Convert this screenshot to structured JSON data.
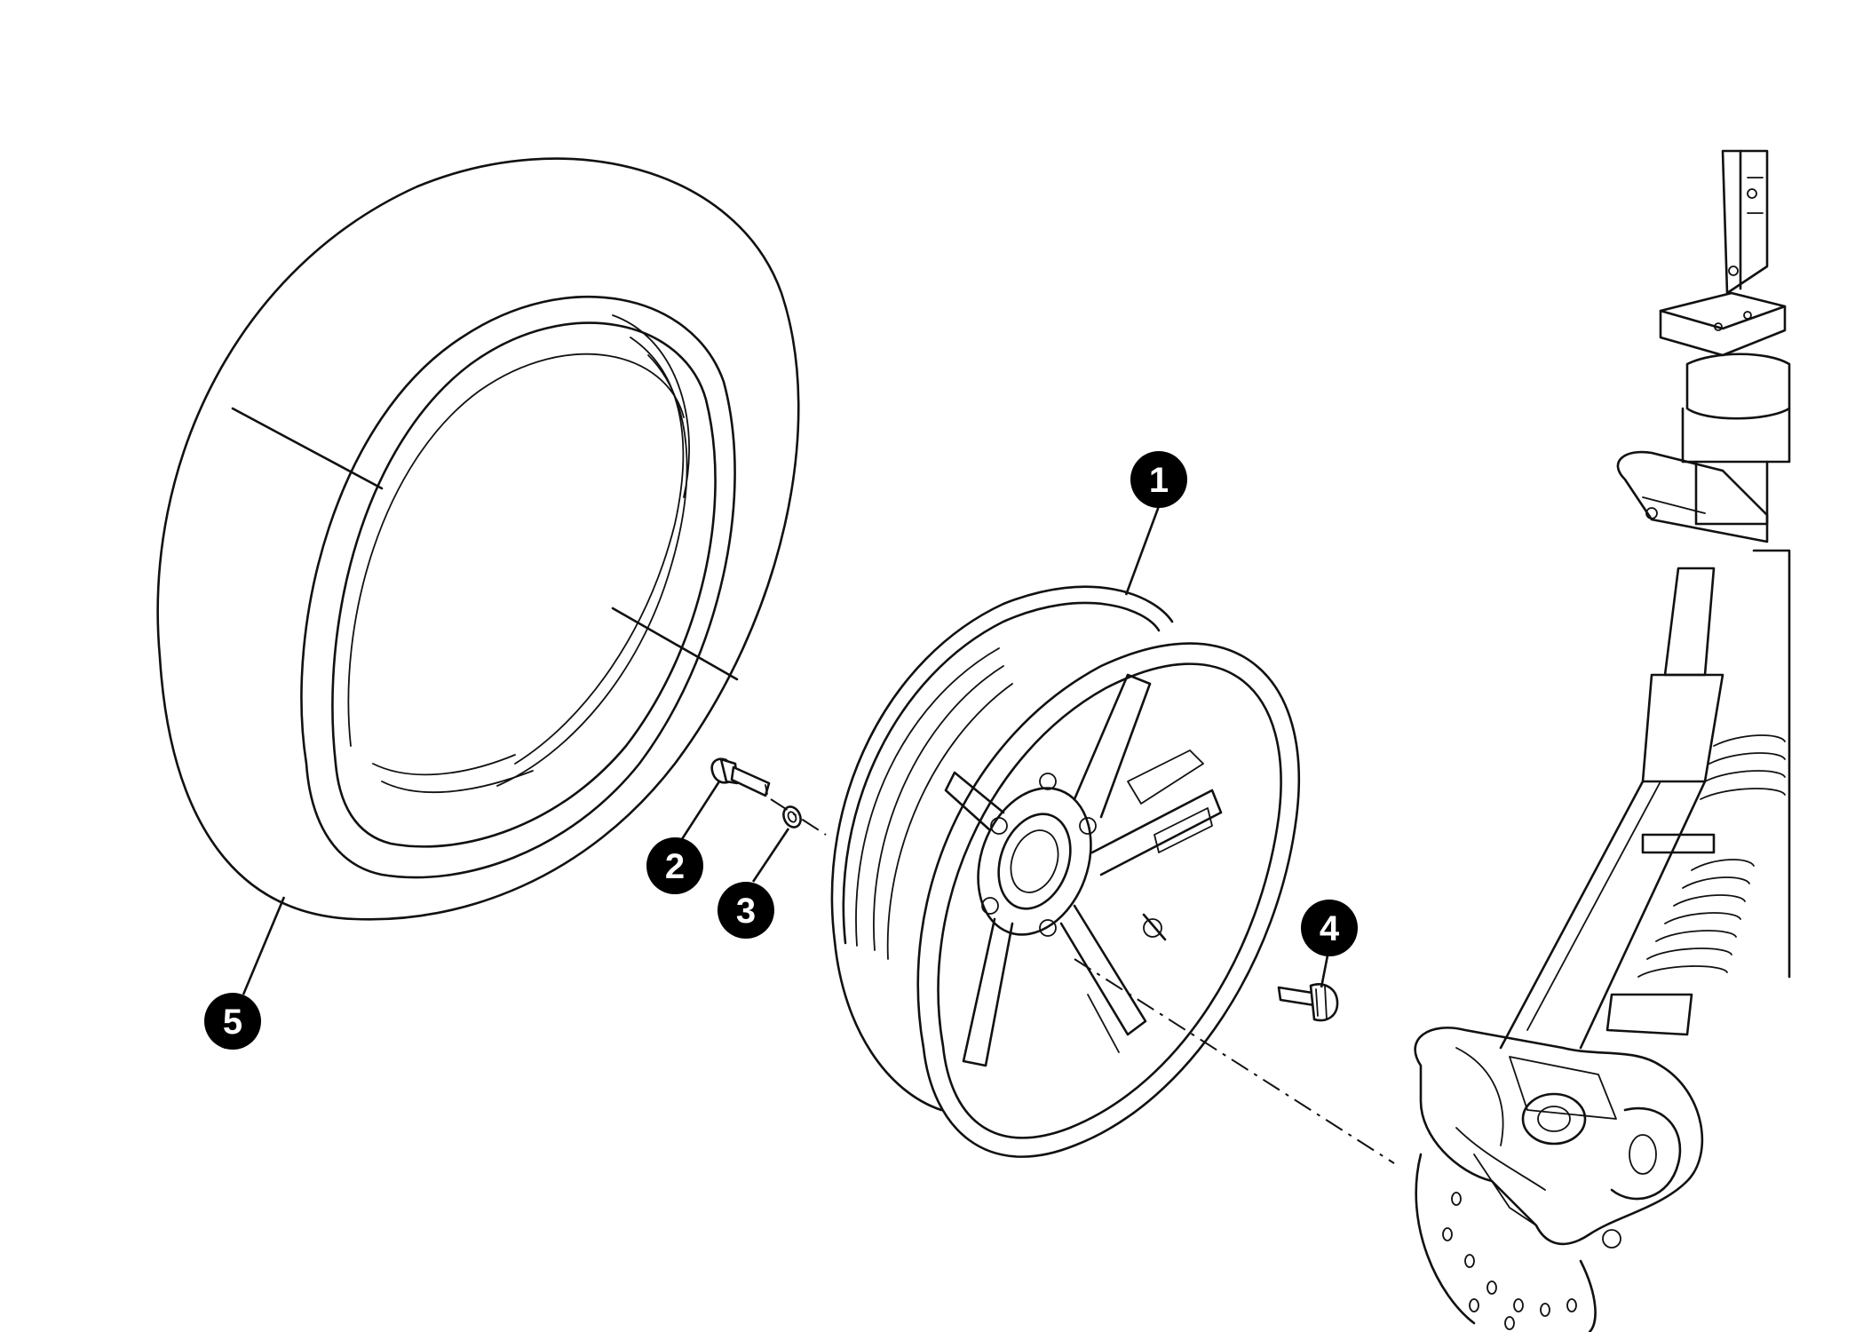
{
  "diagram": {
    "type": "exploded-parts-view",
    "callouts": [
      {
        "id": "1",
        "label": "1",
        "part": "wheel-rim"
      },
      {
        "id": "2",
        "label": "2",
        "part": "bolt"
      },
      {
        "id": "3",
        "label": "3",
        "part": "washer"
      },
      {
        "id": "4",
        "label": "4",
        "part": "valve"
      },
      {
        "id": "5",
        "label": "5",
        "part": "tyre"
      }
    ],
    "colors": {
      "line": "#111111",
      "callout_fill": "#000000",
      "callout_text": "#ffffff",
      "background": "#ffffff"
    }
  }
}
